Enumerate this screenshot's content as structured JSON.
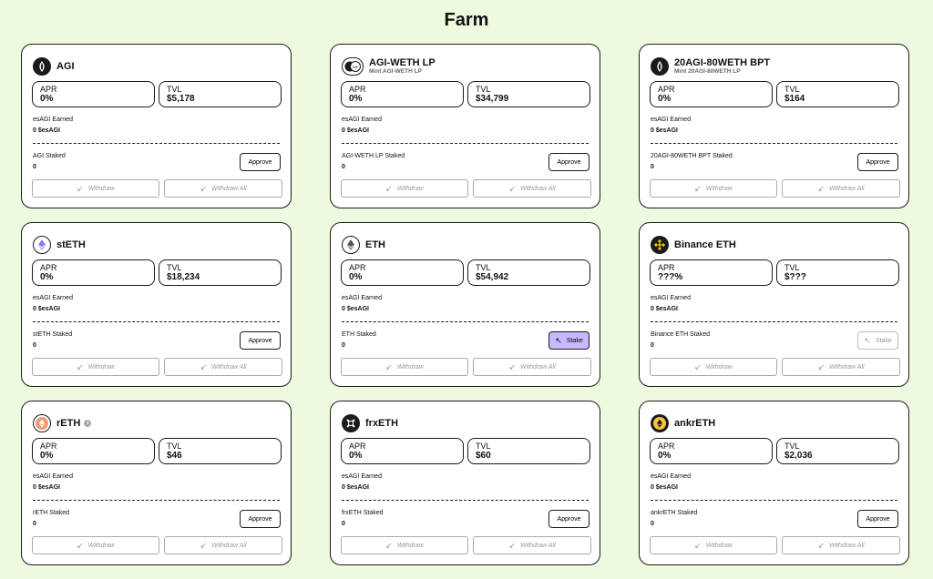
{
  "page": {
    "title": "Farm"
  },
  "labels": {
    "apr": "APR",
    "tvl": "TVL",
    "earned": "esAGI Earned",
    "earned_value": "0 $esAGI",
    "withdraw": "Withdraw",
    "withdraw_all": "Withdraw All"
  },
  "pools": [
    {
      "name": "AGI",
      "subtitle": "",
      "icon": "agi-logo-icon",
      "apr": "0%",
      "tvl": "$5,178",
      "staked_label": "AGI Staked",
      "staked_value": "0",
      "action": "Approve",
      "action_type": "approve"
    },
    {
      "name": "AGI-WETH LP",
      "subtitle": "Mint AGI-WETH LP",
      "icon": "agi-weth-lp-icon",
      "apr": "0%",
      "tvl": "$34,799",
      "staked_label": "AGI-WETH LP Staked",
      "staked_value": "0",
      "action": "Approve",
      "action_type": "approve"
    },
    {
      "name": "20AGI-80WETH BPT",
      "subtitle": "Mint 20AGI-80WETH LP",
      "icon": "agi-logo-icon",
      "apr": "0%",
      "tvl": "$164",
      "staked_label": "20AGI-80WETH BPT Staked",
      "staked_value": "0",
      "action": "Approve",
      "action_type": "approve"
    },
    {
      "name": "stETH",
      "subtitle": "",
      "icon": "steth-icon",
      "apr": "0%",
      "tvl": "$18,234",
      "staked_label": "stETH Staked",
      "staked_value": "0",
      "action": "Approve",
      "action_type": "approve"
    },
    {
      "name": "ETH",
      "subtitle": "",
      "icon": "eth-icon",
      "apr": "0%",
      "tvl": "$54,942",
      "staked_label": "ETH Staked",
      "staked_value": "0",
      "action": "Stake",
      "action_type": "stake"
    },
    {
      "name": "Binance ETH",
      "subtitle": "",
      "icon": "binance-icon",
      "apr": "???%",
      "tvl": "$???",
      "staked_label": "Binance ETH Staked",
      "staked_value": "0",
      "action": "Stake",
      "action_type": "stake-disabled"
    },
    {
      "name": "rETH",
      "subtitle": "",
      "icon": "reth-icon",
      "info": true,
      "apr": "0%",
      "tvl": "$46",
      "staked_label": "rETH Staked",
      "staked_value": "0",
      "action": "Approve",
      "action_type": "approve"
    },
    {
      "name": "frxETH",
      "subtitle": "",
      "icon": "frxeth-icon",
      "apr": "0%",
      "tvl": "$60",
      "staked_label": "frxETH Staked",
      "staked_value": "0",
      "action": "Approve",
      "action_type": "approve"
    },
    {
      "name": "ankrETH",
      "subtitle": "",
      "icon": "ankreth-icon",
      "apr": "0%",
      "tvl": "$2,036",
      "staked_label": "ankrETH Staked",
      "staked_value": "0",
      "action": "Approve",
      "action_type": "approve"
    }
  ]
}
